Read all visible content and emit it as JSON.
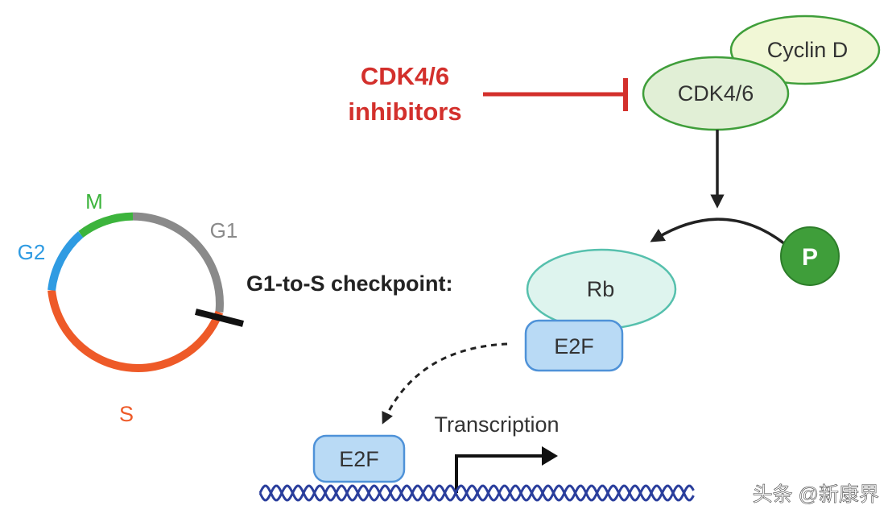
{
  "colors": {
    "inhibitor_red": "#d3302c",
    "g1_gray": "#8a8a8a",
    "s_orange": "#ee5a28",
    "g2_blue": "#2f9be2",
    "m_green": "#3cb43c",
    "cyclin_fill": "#f1f7d6",
    "cyclin_stroke": "#3f9e3a",
    "cdk_fill": "#e1efd6",
    "cdk_stroke": "#3f9e3a",
    "rb_fill": "#def4ee",
    "rb_stroke": "#56c0ad",
    "e2f_fill": "#b9daf5",
    "e2f_stroke": "#4f92d8",
    "phosphate_fill": "#3f9e3a",
    "dna_strand": "#2a3e9c",
    "text_dark": "#333333"
  },
  "inhibitor": {
    "line1": "CDK4/6",
    "line2": "inhibitors"
  },
  "complex": {
    "cyclin_label": "Cyclin D",
    "cdk_label": "CDK4/6"
  },
  "cell_cycle": {
    "phases": [
      "G1",
      "S",
      "G2",
      "M"
    ]
  },
  "checkpoint": {
    "label": "G1-to-S checkpoint:"
  },
  "rb_complex": {
    "rb_label": "Rb",
    "e2f_label": "E2F"
  },
  "phosphate": {
    "label": "P"
  },
  "free_e2f": {
    "label": "E2F"
  },
  "transcription": {
    "label": "Transcription"
  },
  "watermark": {
    "text": "头条 @新康界"
  }
}
